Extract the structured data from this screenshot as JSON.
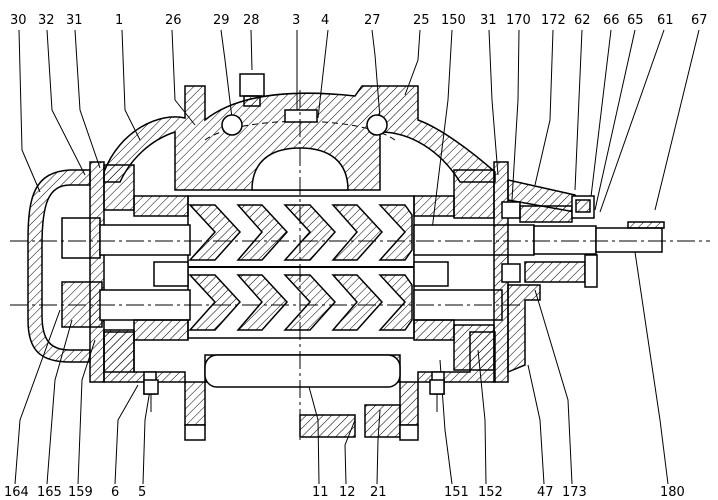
{
  "top_labels": [
    "30",
    "32",
    "31",
    "1",
    "26",
    "29",
    "28",
    "3",
    "4",
    "27",
    "25",
    "150",
    "31",
    "170",
    "172",
    "62",
    "66",
    "65",
    "61",
    "67"
  ],
  "bottom_labels": [
    "164",
    "165",
    "159",
    "6",
    "5",
    "11",
    "12",
    "21",
    "151",
    "152",
    "47",
    "173",
    "180"
  ]
}
